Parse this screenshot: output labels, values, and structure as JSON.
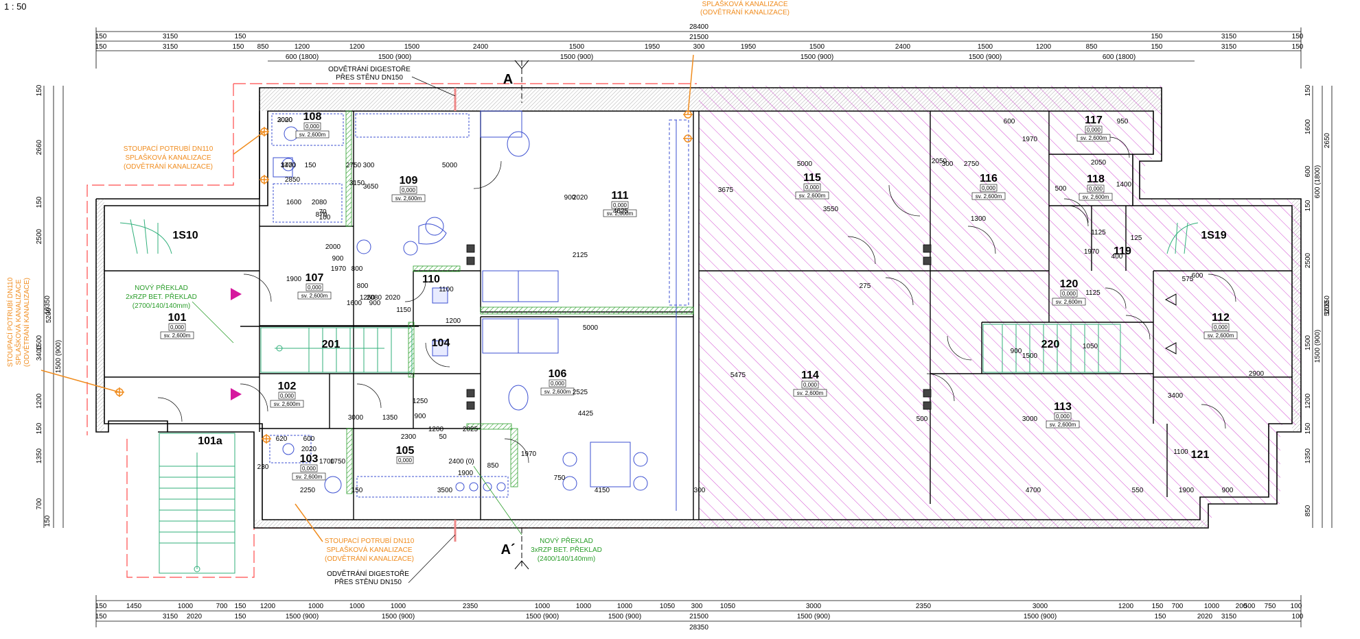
{
  "scale": "1 : 50",
  "colors": {
    "wall": "#000000",
    "hatch": "#d24bd2",
    "fixture": "#3b4fd1",
    "annotation_orange": "#f08c1e",
    "annotation_green": "#2a9d2a",
    "stair_green": "#2faf7a",
    "dashed_red": "#ff4a4a",
    "marker": "#d6189e"
  },
  "rooms": [
    {
      "id": "108",
      "level": "0,000",
      "height": "sv. 2,600m"
    },
    {
      "id": "109",
      "level": "0,000",
      "height": "sv. 2,600m"
    },
    {
      "id": "111",
      "level": "0,000",
      "height": "sv. 2,600m"
    },
    {
      "id": "1S10",
      "level": "",
      "height": ""
    },
    {
      "id": "107",
      "level": "0,000",
      "height": "sv. 2,600m"
    },
    {
      "id": "110",
      "level": "",
      "height": ""
    },
    {
      "id": "101",
      "level": "0,000",
      "height": "sv. 2,600m"
    },
    {
      "id": "201",
      "level": "",
      "height": ""
    },
    {
      "id": "104",
      "level": "",
      "height": ""
    },
    {
      "id": "102",
      "level": "0,000",
      "height": "sv. 2,600m"
    },
    {
      "id": "106",
      "level": "0,000",
      "height": "sv. 2,600m"
    },
    {
      "id": "103",
      "level": "0,000",
      "height": "sv. 2,600m"
    },
    {
      "id": "105",
      "level": "0,000",
      "height": ""
    },
    {
      "id": "101a",
      "level": "",
      "height": ""
    },
    {
      "id": "115",
      "level": "0,000",
      "height": "sv. 2,600m"
    },
    {
      "id": "116",
      "level": "0,000",
      "height": "sv. 2,600m"
    },
    {
      "id": "117",
      "level": "0,000",
      "height": "sv. 2,600m"
    },
    {
      "id": "118",
      "level": "0,000",
      "height": "sv. 2,600m"
    },
    {
      "id": "119",
      "level": "",
      "height": ""
    },
    {
      "id": "1S19",
      "level": "",
      "height": ""
    },
    {
      "id": "120",
      "level": "0,000",
      "height": "sv. 2,600m"
    },
    {
      "id": "220",
      "level": "",
      "height": ""
    },
    {
      "id": "112",
      "level": "0,000",
      "height": "sv. 2,600m"
    },
    {
      "id": "114",
      "level": "0,000",
      "height": "sv. 2,600m"
    },
    {
      "id": "113",
      "level": "0,000",
      "height": "sv. 2,600m"
    },
    {
      "id": "121",
      "level": "",
      "height": ""
    }
  ],
  "annotations": {
    "top_right_1": "SPLAŠKOVÁ KANALIZACE",
    "top_right_2": "(ODVĚTRÁNÍ KANALIZACE)",
    "top_hood_1": "ODVĚTRÁNÍ DIGESTOŘE",
    "top_hood_2": "PŘES STĚNU DN150",
    "left_pipe_1": "STOUPACÍ POTRUBÍ DN110",
    "left_pipe_2": "SPLAŠKOVÁ KANALIZACE",
    "left_pipe_3": "(ODVĚTRÁNÍ KANALIZACE)",
    "lintel_left_1": "NOVÝ PŘEKLAD",
    "lintel_left_2": "2xRZP BET. PŘEKLAD",
    "lintel_left_3": "(2700/140/140mm)",
    "vert_pipe_1": "STOUPACÍ POTRUBÍ DN110",
    "vert_pipe_2": "SPLAŠKOVÁ KANALIZACE",
    "vert_pipe_3": "(ODVĚTRÁNÍ KANALIZACE)",
    "bottom_pipe_1": "STOUPACÍ POTRUBÍ DN110",
    "bottom_pipe_2": "SPLAŠKOVÁ KANALIZACE",
    "bottom_pipe_3": "(ODVĚTRÁNÍ KANALIZACE)",
    "bottom_hood_1": "ODVĚTRÁNÍ DIGESTOŘE",
    "bottom_hood_2": "PŘES STĚNU DN150",
    "lintel_bottom_1": "NOVÝ PŘEKLAD",
    "lintel_bottom_2": "3xRZP BET. PŘEKLAD",
    "lintel_bottom_3": "(2400/140/140mm)",
    "section_top": "A",
    "section_bottom": "A´"
  },
  "dims_top": {
    "overall": "28400",
    "inner": "21500",
    "row1": [
      "150",
      "3150",
      "150",
      "150",
      "3150",
      "150"
    ],
    "row2": [
      "150",
      "3150",
      "150",
      "850",
      "1200",
      "1200",
      "1500",
      "2400",
      "1500",
      "1950",
      "300",
      "1950",
      "1500",
      "2400",
      "1500",
      "1200",
      "850",
      "150",
      "3150",
      "150"
    ],
    "row3": [
      "600 (1800)",
      "1500 (900)",
      "1500 (900)",
      "1500 (900)",
      "1500 (900)",
      "600 (1800)"
    ]
  },
  "dims_bottom": {
    "overall": "28350",
    "inner": "21500",
    "row1": [
      "150",
      "1450",
      "1000",
      "700",
      "150",
      "1200",
      "1000",
      "1000",
      "1000",
      "2350",
      "1000",
      "1000",
      "1000",
      "1050",
      "300",
      "1050",
      "3000",
      "2350",
      "3000",
      "1200",
      "150",
      "700",
      "1000",
      "200",
      "500",
      "750",
      "100"
    ],
    "row2": [
      "150",
      "3150",
      "2020",
      "150",
      "1500 (900)",
      "1500 (900)",
      "1500 (900)",
      "1500 (900)",
      "1500 (900)",
      "1500 (900)",
      "150",
      "2020",
      "3150",
      "100"
    ]
  },
  "dims_left": [
    "150",
    "2660",
    "150",
    "2500",
    "5200",
    "1500",
    "1500 (900)",
    "3400",
    "1200",
    "150",
    "1350",
    "700",
    "150",
    "10350"
  ],
  "dims_right": [
    "150",
    "1600",
    "2650",
    "600",
    "600 (1800)",
    "150",
    "2500",
    "5200",
    "1500",
    "1500 (900)",
    "1200",
    "150",
    "1350",
    "850",
    "10350"
  ],
  "dims_interior": [
    "2020",
    "1770",
    "150",
    "2750",
    "300",
    "5000",
    "2850",
    "1600",
    "2080",
    "870",
    "100",
    "70",
    "3150",
    "3650",
    "1900",
    "2000",
    "900",
    "1970",
    "800",
    "800",
    "1600",
    "1250",
    "2080",
    "900",
    "2020",
    "1150",
    "1200",
    "1100",
    "4625",
    "2125",
    "900",
    "2020",
    "5000",
    "3000",
    "1350",
    "1250",
    "900",
    "2300",
    "1200",
    "2025",
    "50",
    "620",
    "600",
    "230",
    "2020",
    "1700",
    "1750",
    "2400 (0)",
    "850",
    "1900",
    "4425",
    "2525",
    "1970",
    "750",
    "4150",
    "300",
    "3500",
    "2250",
    "150",
    "3675",
    "5000",
    "3550",
    "2750",
    "2050",
    "300",
    "1300",
    "600",
    "1970",
    "950",
    "500",
    "1400",
    "2050",
    "1125",
    "1970",
    "400",
    "1125",
    "575",
    "600",
    "5475",
    "3000",
    "500",
    "4700",
    "550",
    "1900",
    "2900",
    "1100",
    "900",
    "1050",
    "3400",
    "125",
    "275",
    "900",
    "1500",
    "3000",
    "3400"
  ]
}
